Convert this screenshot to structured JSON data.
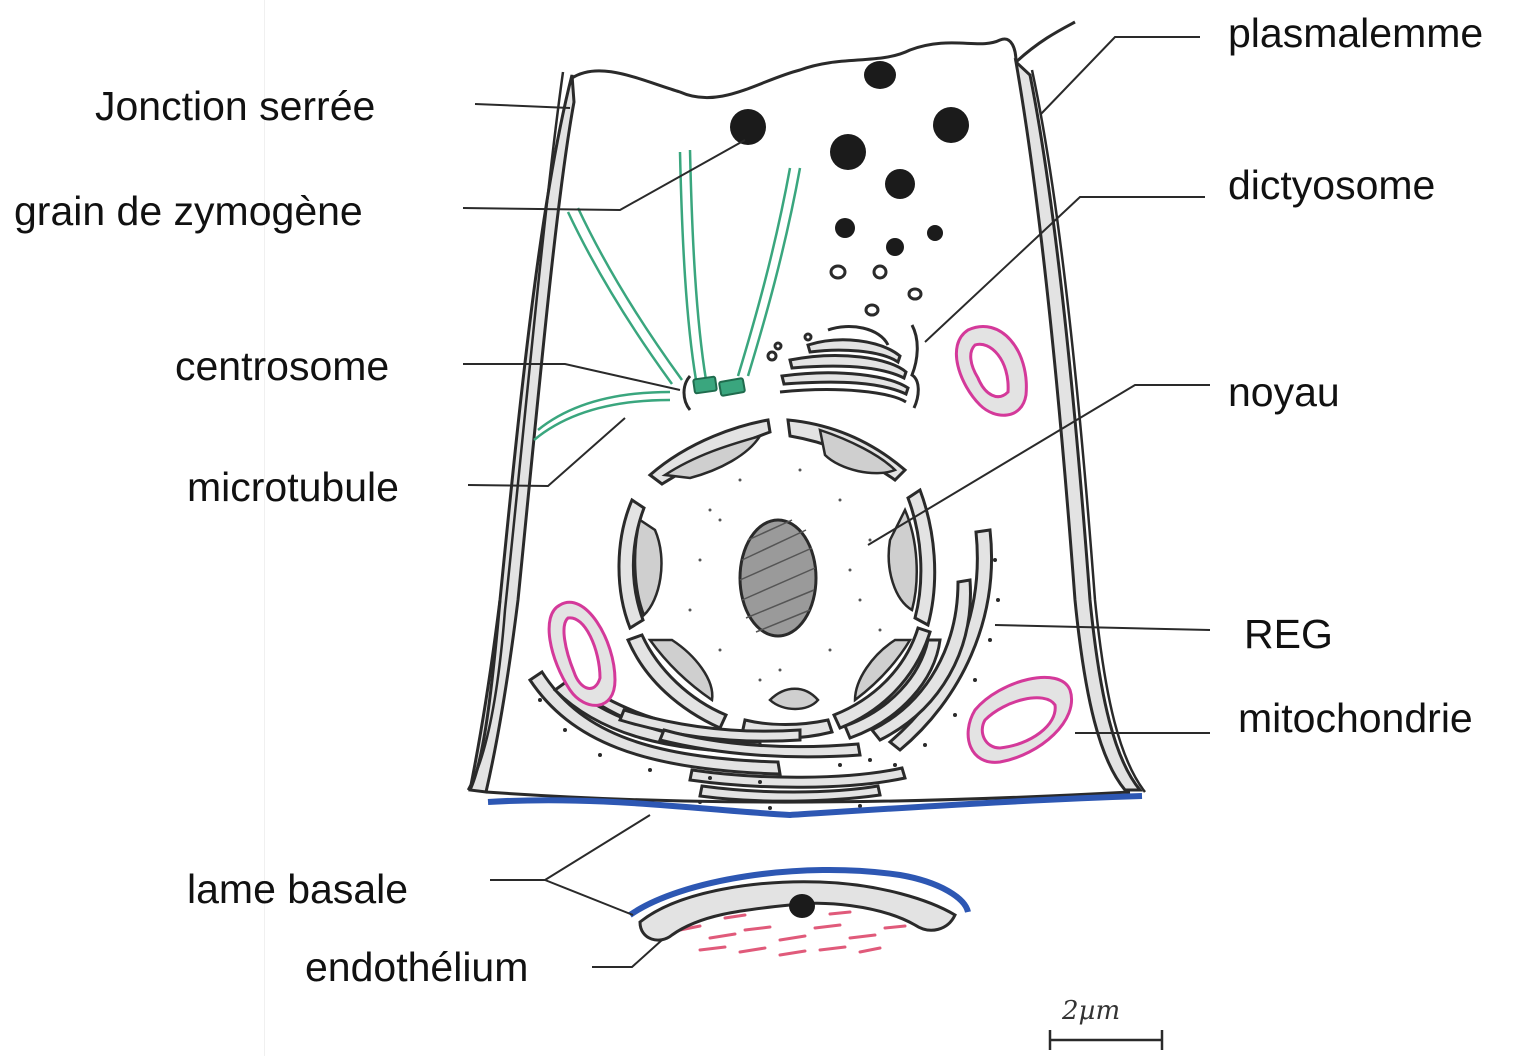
{
  "labels": {
    "jonction_serree": "Jonction serrée",
    "grain_zymogene": "grain de zymogène",
    "centrosome": "centrosome",
    "microtubule": "microtubule",
    "lame_basale": "lame basale",
    "endothelium": "endothélium",
    "plasmalemme": "plasmalemme",
    "dictyosome": "dictyosome",
    "noyau": "noyau",
    "reg": "REG",
    "mitochondrie": "mitochondrie",
    "scale": "2µm"
  },
  "colors": {
    "outline": "#2a2a2a",
    "cell_fill": "#ffffff",
    "gray_fill": "#e3e3e3",
    "microtubule": "#3aa67e",
    "mitochondria": "#d4399a",
    "basal_lamina": "#2d57b3",
    "erythrocytes": "#e05a7a",
    "granules": "#1b1b1b"
  }
}
